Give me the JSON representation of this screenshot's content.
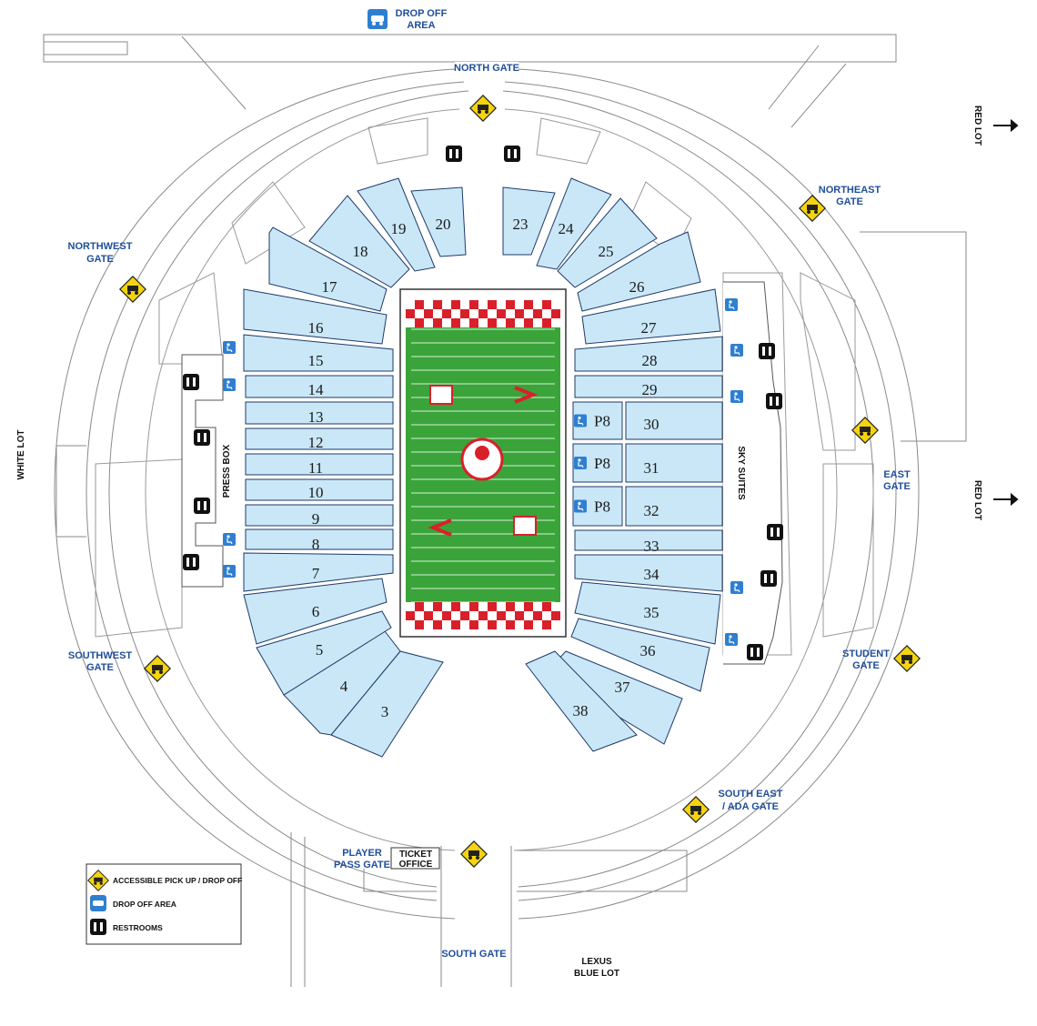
{
  "colors": {
    "section_fill": "#c9e7f7",
    "section_stroke": "#1f3a68",
    "turf": "#3aa43a",
    "endzone_red": "#d9202a",
    "gate_text": "#1f4e9a",
    "accessible_yellow": "#f5d40f"
  },
  "gates": {
    "north": "NORTH GATE",
    "northeast": [
      "NORTHEAST",
      "GATE"
    ],
    "east": [
      "EAST",
      "GATE"
    ],
    "student": [
      "STUDENT",
      "GATE"
    ],
    "southeast": [
      "SOUTH EAST",
      "/ ADA GATE"
    ],
    "south": "SOUTH GATE",
    "southwest": [
      "SOUTHWEST",
      "GATE"
    ],
    "northwest": [
      "NORTHWEST",
      "GATE"
    ]
  },
  "labels": {
    "drop_off": [
      "DROP OFF",
      "AREA"
    ],
    "player_pass": [
      "PLAYER",
      "PASS GATE"
    ],
    "ticket_office": [
      "TICKET",
      "OFFICE"
    ],
    "press_box": "PRESS BOX",
    "sky_suites": "SKY SUITES",
    "white_lot": "WHITE LOT",
    "red_lot": "RED LOT",
    "lexus_lot": [
      "LEXUS",
      "BLUE LOT"
    ]
  },
  "sections": {
    "s3": "3",
    "s4": "4",
    "s5": "5",
    "s6": "6",
    "s7": "7",
    "s8": "8",
    "s9": "9",
    "s10": "10",
    "s11": "11",
    "s12": "12",
    "s13": "13",
    "s14": "14",
    "s15": "15",
    "s16": "16",
    "s17": "17",
    "s18": "18",
    "s19": "19",
    "s20": "20",
    "s23": "23",
    "s24": "24",
    "s25": "25",
    "s26": "26",
    "s27": "27",
    "s28": "28",
    "s29": "29",
    "s30": "30",
    "s31": "31",
    "s32": "32",
    "s33": "33",
    "s34": "34",
    "s35": "35",
    "s36": "36",
    "s37": "37",
    "s38": "38",
    "p8": "P8"
  },
  "legend": {
    "accessible": "ACCESSIBLE PICK UP / DROP OFF",
    "drop_off": "DROP OFF AREA",
    "restrooms": "RESTROOMS"
  },
  "icons": {
    "accessible": "accessible-cart-icon",
    "car": "car-icon",
    "restroom": "restroom-icon",
    "wheelchair": "wheelchair-icon",
    "arrow": "arrow-right-icon"
  }
}
